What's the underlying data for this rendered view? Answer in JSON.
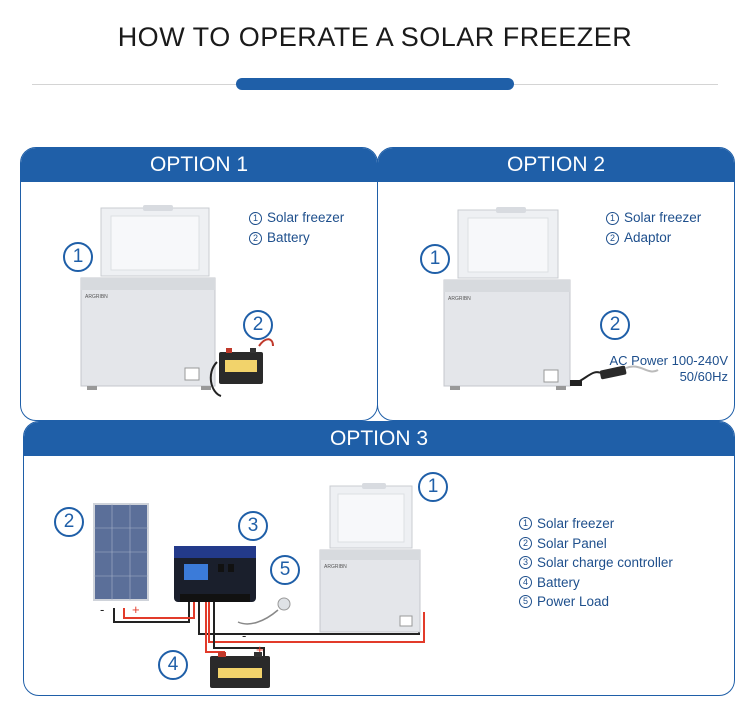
{
  "page": {
    "title": "HOW TO OPERATE A SOLAR FREEZER"
  },
  "option1": {
    "heading": "OPTION 1",
    "legend": [
      {
        "num": "1",
        "label": "Solar freezer"
      },
      {
        "num": "2",
        "label": "Battery"
      }
    ],
    "badges": [
      "1",
      "2"
    ]
  },
  "option2": {
    "heading": "OPTION 2",
    "legend": [
      {
        "num": "1",
        "label": "Solar freezer"
      },
      {
        "num": "2",
        "label": "Adaptor"
      }
    ],
    "badges": [
      "1",
      "2"
    ],
    "ac_line1": "AC Power 100-240V",
    "ac_line2": "50/60Hz"
  },
  "option3": {
    "heading": "OPTION 3",
    "legend": [
      {
        "num": "1",
        "label": "Solar freezer"
      },
      {
        "num": "2",
        "label": "Solar Panel"
      },
      {
        "num": "3",
        "label": "Solar charge controller"
      },
      {
        "num": "4",
        "label": "Battery"
      },
      {
        "num": "5",
        "label": "Power Load"
      }
    ],
    "badges": [
      "1",
      "2",
      "3",
      "4",
      "5"
    ],
    "wire_minus": "-",
    "wire_plus": "+"
  },
  "colors": {
    "brand_blue": "#1f5fa8",
    "wire_red": "#e23b2a",
    "wire_black": "#222222",
    "freezer_gray": "#e4e6ea"
  },
  "icons": [
    "freezer-icon",
    "battery-icon",
    "adaptor-icon",
    "solar-panel-icon",
    "charge-controller-icon",
    "power-plug-icon"
  ]
}
